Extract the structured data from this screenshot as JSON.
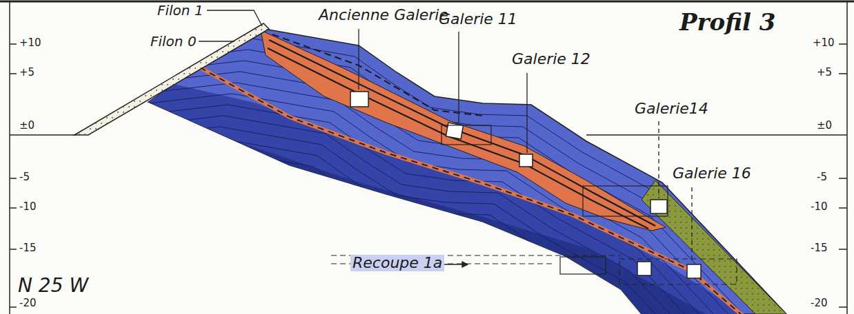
{
  "diagram": {
    "title": "Profil 3",
    "labels": [
      "Filon 1",
      "Filon 0",
      "Ancienne Galerie",
      "Galerie 11",
      "Galerie 12",
      "Galerie14",
      "Galerie 16",
      "Recoupe 1a",
      "N 25 W",
      "+10",
      "+5",
      "±0",
      "-5",
      "-10",
      "-15",
      "-20",
      "+10",
      "+5",
      "±0",
      "-5",
      "-10",
      "-15",
      "-20"
    ]
  }
}
